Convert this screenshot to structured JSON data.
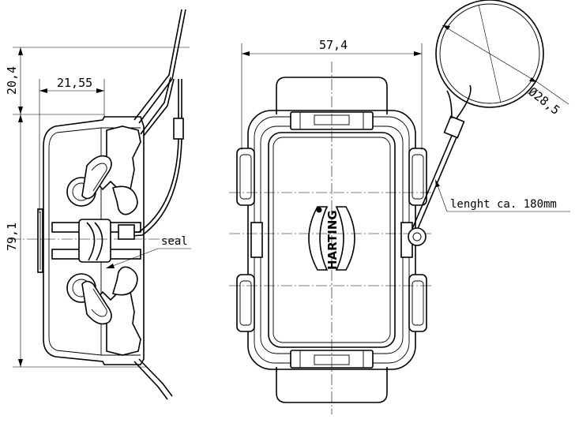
{
  "dimensions": {
    "top_height": "20,4",
    "cover_depth": "21,55",
    "total_height": "79,1",
    "width": "57,4",
    "ring_diameter": "Ø28,5"
  },
  "labels": {
    "seal": "seal",
    "length": "lenght ca. 180mm",
    "brand": "HARTING"
  },
  "colors": {
    "line": "#000000",
    "background": "#ffffff"
  }
}
